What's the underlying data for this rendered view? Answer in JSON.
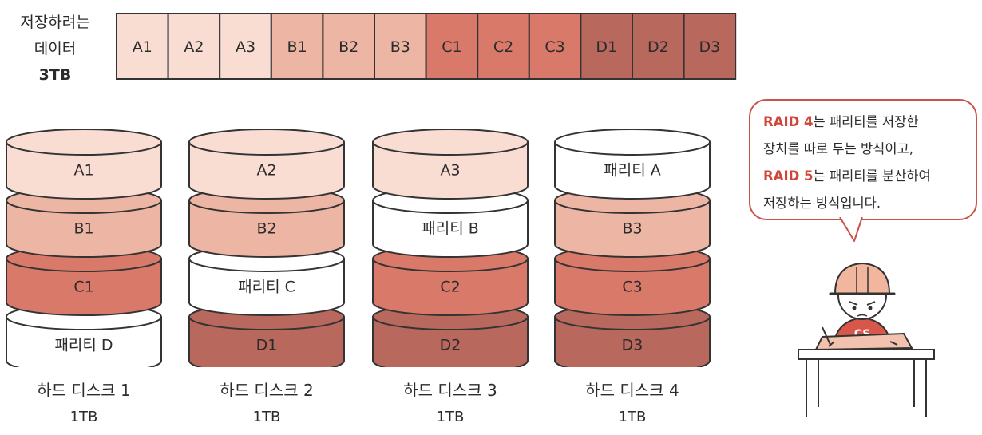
{
  "data_label": {
    "line1": "저장하려는",
    "line2": "데이터",
    "line3": "3TB"
  },
  "data_strip": [
    {
      "label": "A1",
      "color": "#f9ddd3"
    },
    {
      "label": "A2",
      "color": "#f9ddd3"
    },
    {
      "label": "A3",
      "color": "#f9ddd3"
    },
    {
      "label": "B1",
      "color": "#edb5a4"
    },
    {
      "label": "B2",
      "color": "#edb5a4"
    },
    {
      "label": "B3",
      "color": "#edb5a4"
    },
    {
      "label": "C1",
      "color": "#d8796a"
    },
    {
      "label": "C2",
      "color": "#d8796a"
    },
    {
      "label": "C3",
      "color": "#d8796a"
    },
    {
      "label": "D1",
      "color": "#b8685c"
    },
    {
      "label": "D2",
      "color": "#b8685c"
    },
    {
      "label": "D3",
      "color": "#b8685c"
    }
  ],
  "colors": {
    "a": "#f9ddd3",
    "b": "#edb5a4",
    "c": "#d8796a",
    "d": "#b8685c",
    "parity": "#ffffff",
    "accent": "#d0453a"
  },
  "disks": [
    {
      "name": "하드 디스크 1",
      "size": "1TB",
      "segments": [
        {
          "label": "A1",
          "color": "#f9ddd3"
        },
        {
          "label": "B1",
          "color": "#edb5a4"
        },
        {
          "label": "C1",
          "color": "#d8796a"
        },
        {
          "label": "패리티 D",
          "color": "#ffffff"
        }
      ]
    },
    {
      "name": "하드 디스크 2",
      "size": "1TB",
      "segments": [
        {
          "label": "A2",
          "color": "#f9ddd3"
        },
        {
          "label": "B2",
          "color": "#edb5a4"
        },
        {
          "label": "패리티 C",
          "color": "#ffffff"
        },
        {
          "label": "D1",
          "color": "#b8685c"
        }
      ]
    },
    {
      "name": "하드 디스크 3",
      "size": "1TB",
      "segments": [
        {
          "label": "A3",
          "color": "#f9ddd3"
        },
        {
          "label": "패리티 B",
          "color": "#ffffff"
        },
        {
          "label": "C2",
          "color": "#d8796a"
        },
        {
          "label": "D2",
          "color": "#b8685c"
        }
      ]
    },
    {
      "name": "하드 디스크 4",
      "size": "1TB",
      "segments": [
        {
          "label": "패리티 A",
          "color": "#ffffff"
        },
        {
          "label": "B3",
          "color": "#edb5a4"
        },
        {
          "label": "C3",
          "color": "#d8796a"
        },
        {
          "label": "D3",
          "color": "#b8685c"
        }
      ]
    }
  ],
  "bubble": {
    "raid4": "RAID 4",
    "line1_rest": "는 패리티를 저장한",
    "line2": "장치를 따로 두는 방식이고,",
    "raid5": "RAID 5",
    "line3_rest": "는 패리티를 분산하여",
    "line4": "저장하는 방식입니다."
  },
  "character": {
    "shirt_text": "CS"
  }
}
